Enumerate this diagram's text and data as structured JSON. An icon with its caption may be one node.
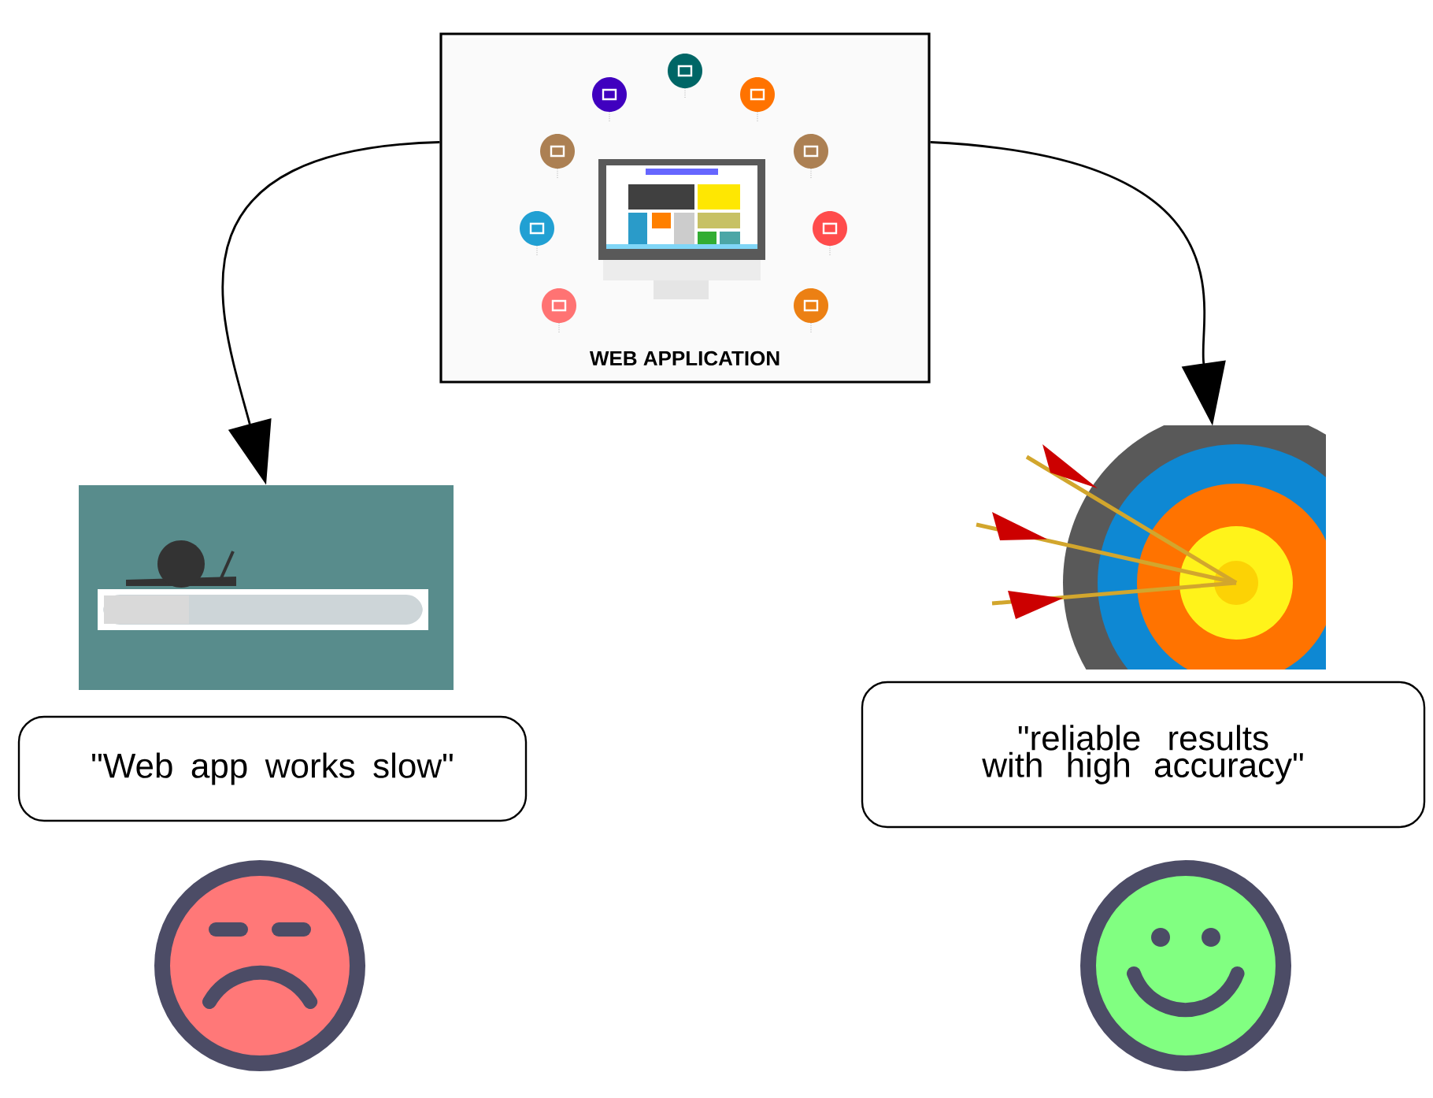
{
  "diagram": {
    "nodes": [
      {
        "text": [
          "WEB APPLICATION"
        ]
      },
      {
        "text": [],
        "shape": "picture"
      },
      {
        "text": [],
        "shape": "picture"
      },
      {
        "text": [
          "\"Web app works slow\""
        ]
      },
      {
        "text": [
          "\"reliable results with high accuracy\""
        ]
      },
      {
        "text": [],
        "shape": "picture"
      },
      {
        "text": [],
        "shape": "picture"
      }
    ],
    "edges": [
      {
        "from": 0,
        "to": 1,
        "arrow": "to"
      },
      {
        "from": 0,
        "to": 2,
        "arrow": "to"
      }
    ]
  }
}
